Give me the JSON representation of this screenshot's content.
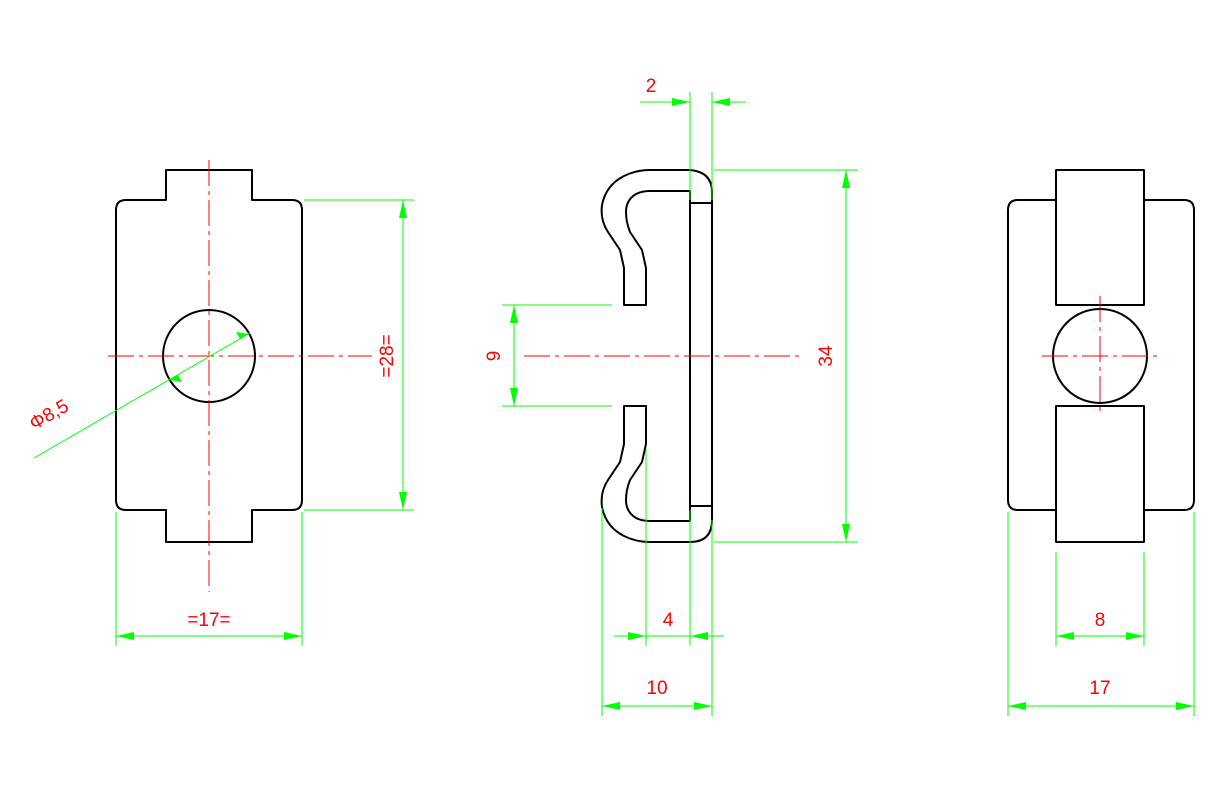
{
  "drawing": {
    "colors": {
      "outline": "#000000",
      "centerline": "#ff0000",
      "dimension_line": "#00ff00",
      "dimension_text": "#ff0000",
      "background": "#ffffff"
    },
    "views": [
      {
        "id": "front-view",
        "dimensions": {
          "width": "=17=",
          "height": "=28=",
          "hole_diameter": "Φ8,5"
        }
      },
      {
        "id": "side-view",
        "dimensions": {
          "top_thickness": "2",
          "slot": "9",
          "height": "34",
          "inner": "4",
          "depth": "10"
        }
      },
      {
        "id": "rear-view",
        "dimensions": {
          "inner_width": "8",
          "width": "17"
        }
      }
    ]
  }
}
